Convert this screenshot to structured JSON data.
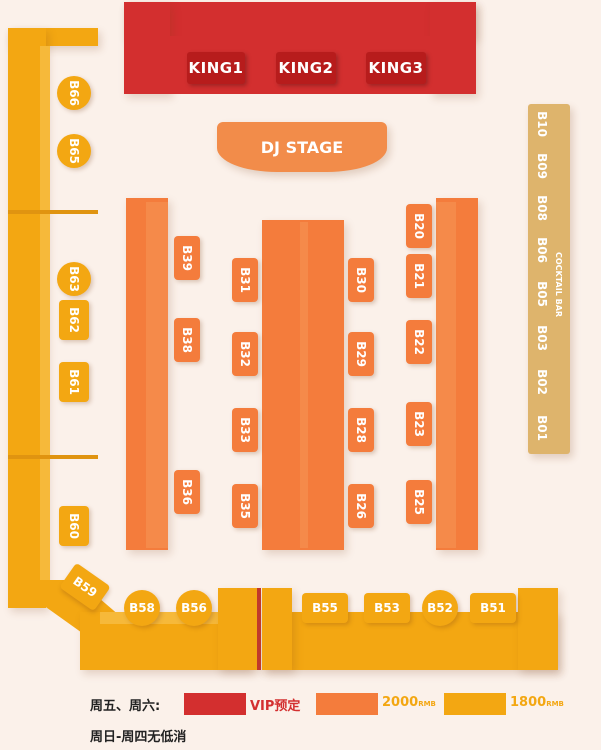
{
  "kings": [
    "KING1",
    "KING2",
    "KING3"
  ],
  "dj_stage": "DJ STAGE",
  "cocktail_bar": {
    "label": "COCKTAIL BAR",
    "seats": [
      "B10",
      "B09",
      "B08",
      "B06",
      "B05",
      "B03",
      "B02",
      "B01"
    ]
  },
  "left_seats": [
    "B66",
    "B65",
    "B63",
    "B62",
    "B61",
    "B60",
    "B59"
  ],
  "inner_left_seats": [
    "B39",
    "B38",
    "B36"
  ],
  "center_left_seats": [
    "B31",
    "B32",
    "B33",
    "B35"
  ],
  "center_right_seats": [
    "B30",
    "B29",
    "B28",
    "B26"
  ],
  "inner_right_seats": [
    "B20",
    "B21",
    "B22",
    "B23",
    "B25"
  ],
  "bottom_seats": [
    "B58",
    "B56",
    "B55",
    "B53",
    "B52",
    "B51"
  ],
  "legend": {
    "days_label": "周五、周六:",
    "vip_label": "VIP预定",
    "price_mid": "2000",
    "price_low": "1800",
    "unit": "RMB",
    "weekday_note": "周日-周四无低消"
  },
  "colors": {
    "vip": "#d32f2f",
    "mid": "#f47c3c",
    "low": "#f3a712",
    "cocktail": "#deb46c"
  }
}
